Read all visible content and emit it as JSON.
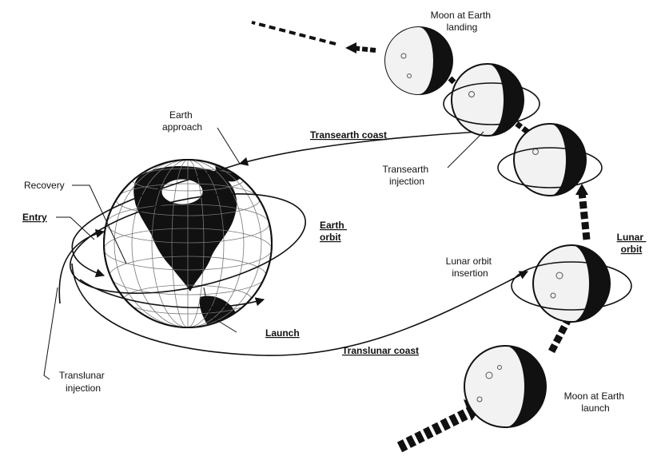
{
  "labels": {
    "moon_landing": [
      "Moon at Earth",
      "landing"
    ],
    "earth_approach": [
      "Earth",
      "approach"
    ],
    "transearth_coast": "Transearth coast",
    "recovery": "Recovery",
    "transearth_injection": [
      "Transearth",
      "injection"
    ],
    "entry": "Entry",
    "earth_orbit": [
      "Earth",
      "orbit"
    ],
    "lunar_orbit": [
      "Lunar",
      "orbit"
    ],
    "lunar_orbit_insertion": [
      "Lunar orbit",
      "insertion"
    ],
    "launch": "Launch",
    "translunar_coast": "Translunar coast",
    "translunar_injection": [
      "Translunar",
      "injection"
    ],
    "moon_launch": [
      "Moon at Earth",
      "launch"
    ]
  },
  "colors": {
    "ink": "#111111",
    "moon_light": "#f2f2f2",
    "moon_dark": "#111111",
    "ocean": "#ffffff",
    "land": "#111111"
  }
}
